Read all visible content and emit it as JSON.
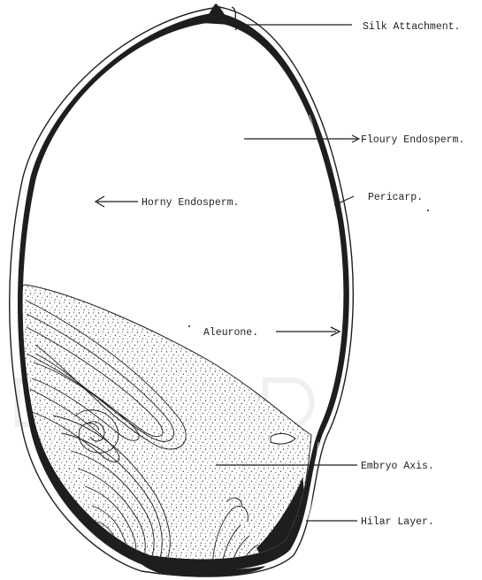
{
  "figure": {
    "labels": {
      "silk_attachment": "Silk Attachment.",
      "floury_endosperm": "Floury Endosperm.",
      "horny_endosperm": "Horny Endosperm.",
      "pericarp": "Pericarp.",
      "aleurone": "Aleurone.",
      "embryo_axis": "Embryo Axis.",
      "hilar_layer": "Hilar Layer."
    }
  },
  "colors": {
    "ink": "#1e1e1e",
    "label_text": "#222222",
    "background": "#ffffff",
    "faint_watermark": "#e4e4e4"
  }
}
